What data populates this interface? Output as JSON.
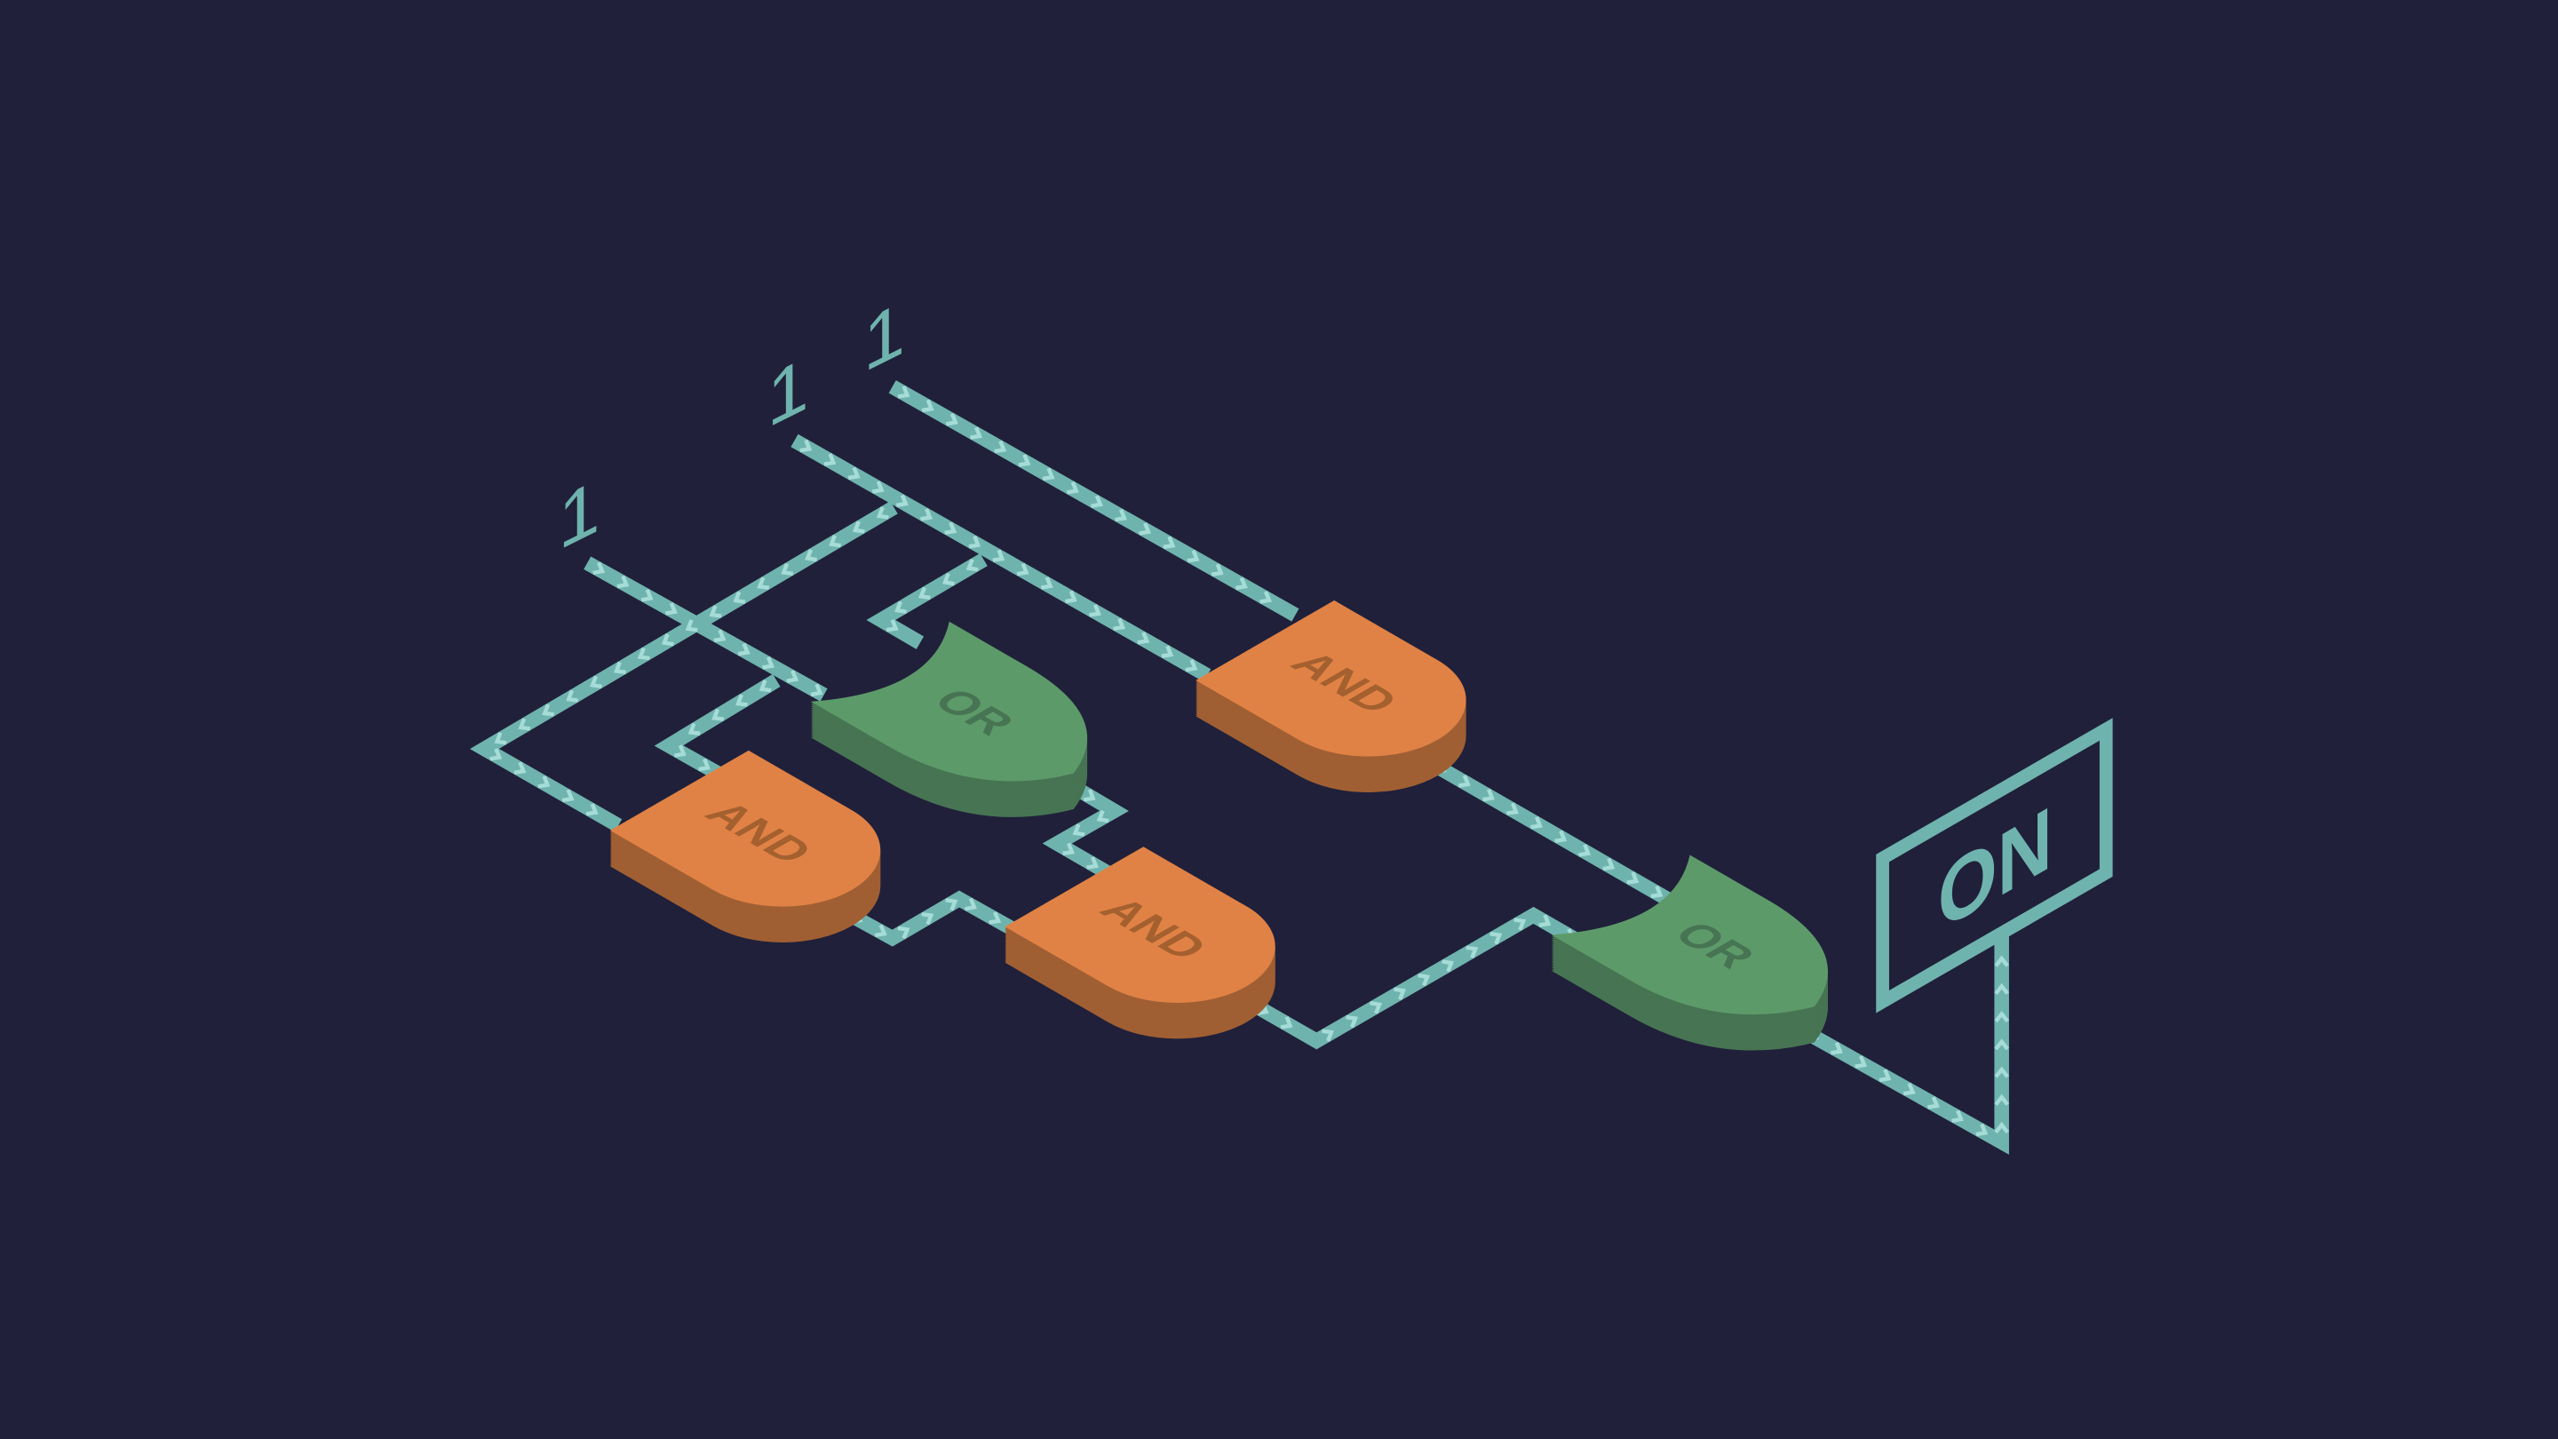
{
  "inputs": [
    {
      "label": "1"
    },
    {
      "label": "1"
    },
    {
      "label": "1"
    }
  ],
  "gates": [
    {
      "type": "AND",
      "label": "AND"
    },
    {
      "type": "OR",
      "label": "OR"
    },
    {
      "type": "AND",
      "label": "AND"
    },
    {
      "type": "AND",
      "label": "AND"
    },
    {
      "type": "OR",
      "label": "OR"
    }
  ],
  "output": {
    "label": "ON"
  },
  "colors": {
    "background": "#20203a",
    "wire": "#6fb3ae",
    "wire_highlight": "#a6dcd7",
    "and_top": "#e08245",
    "and_side": "#a05f33",
    "and_text": "#a4602f",
    "or_top": "#5d9a6a",
    "or_side": "#477452",
    "or_text": "#477452"
  }
}
